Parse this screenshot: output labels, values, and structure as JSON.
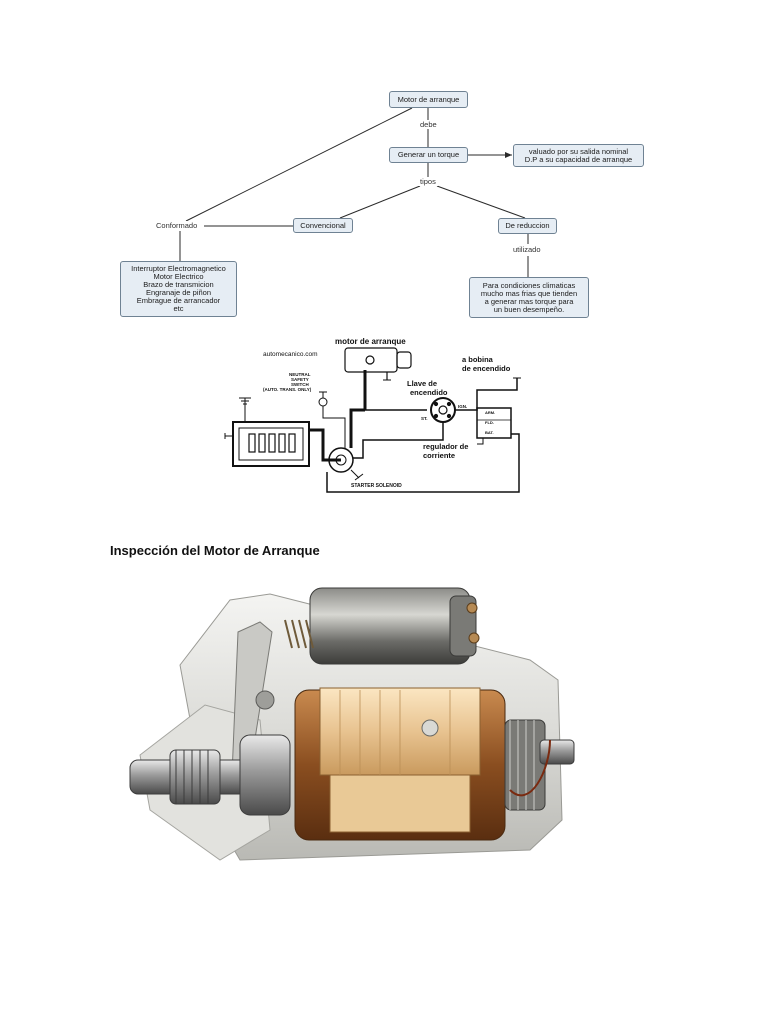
{
  "concept_map": {
    "nodes": {
      "motor": "Motor de arranque",
      "torque": "Generar un torque",
      "valuado": [
        "valuado por su salida nominal",
        "D.P a su capacidad de arranque"
      ],
      "convencional": "Convencional",
      "reduccion": "De reduccion",
      "componentes": [
        "Interruptor Electromagnetico",
        "Motor Electrico",
        "Brazo de transmicion",
        "Engranaje de piñon",
        "Embrague de arrancador",
        "etc"
      ],
      "condiciones": [
        "Para condiciones climaticas",
        "mucho mas frias que tienden",
        "a generar mas torque para",
        "un buen desempeño."
      ]
    },
    "links": {
      "debe": "debe",
      "tipos": "tipos",
      "conformado": "Conformado",
      "utilizado": "utilizado"
    }
  },
  "wiring_diagram": {
    "source": "automecanico.com",
    "motor": "motor de arranque",
    "bobina": [
      "a bobina",
      "de encendido"
    ],
    "llave": [
      "Llave de",
      "encendido"
    ],
    "neutral": [
      "NEUTRAL",
      "SAFETY",
      "SWITCH",
      "(AUTO. TRANS. ONLY)"
    ],
    "regulador": [
      "regulador de",
      "corriente"
    ],
    "solenoid": "STARTER SOLENOID",
    "ign": "IGN.",
    "st": "ST.",
    "arm": "ARM.",
    "fld": "FLD.",
    "bat": "BAT."
  },
  "section_heading": "Inspección del Motor de Arranque"
}
